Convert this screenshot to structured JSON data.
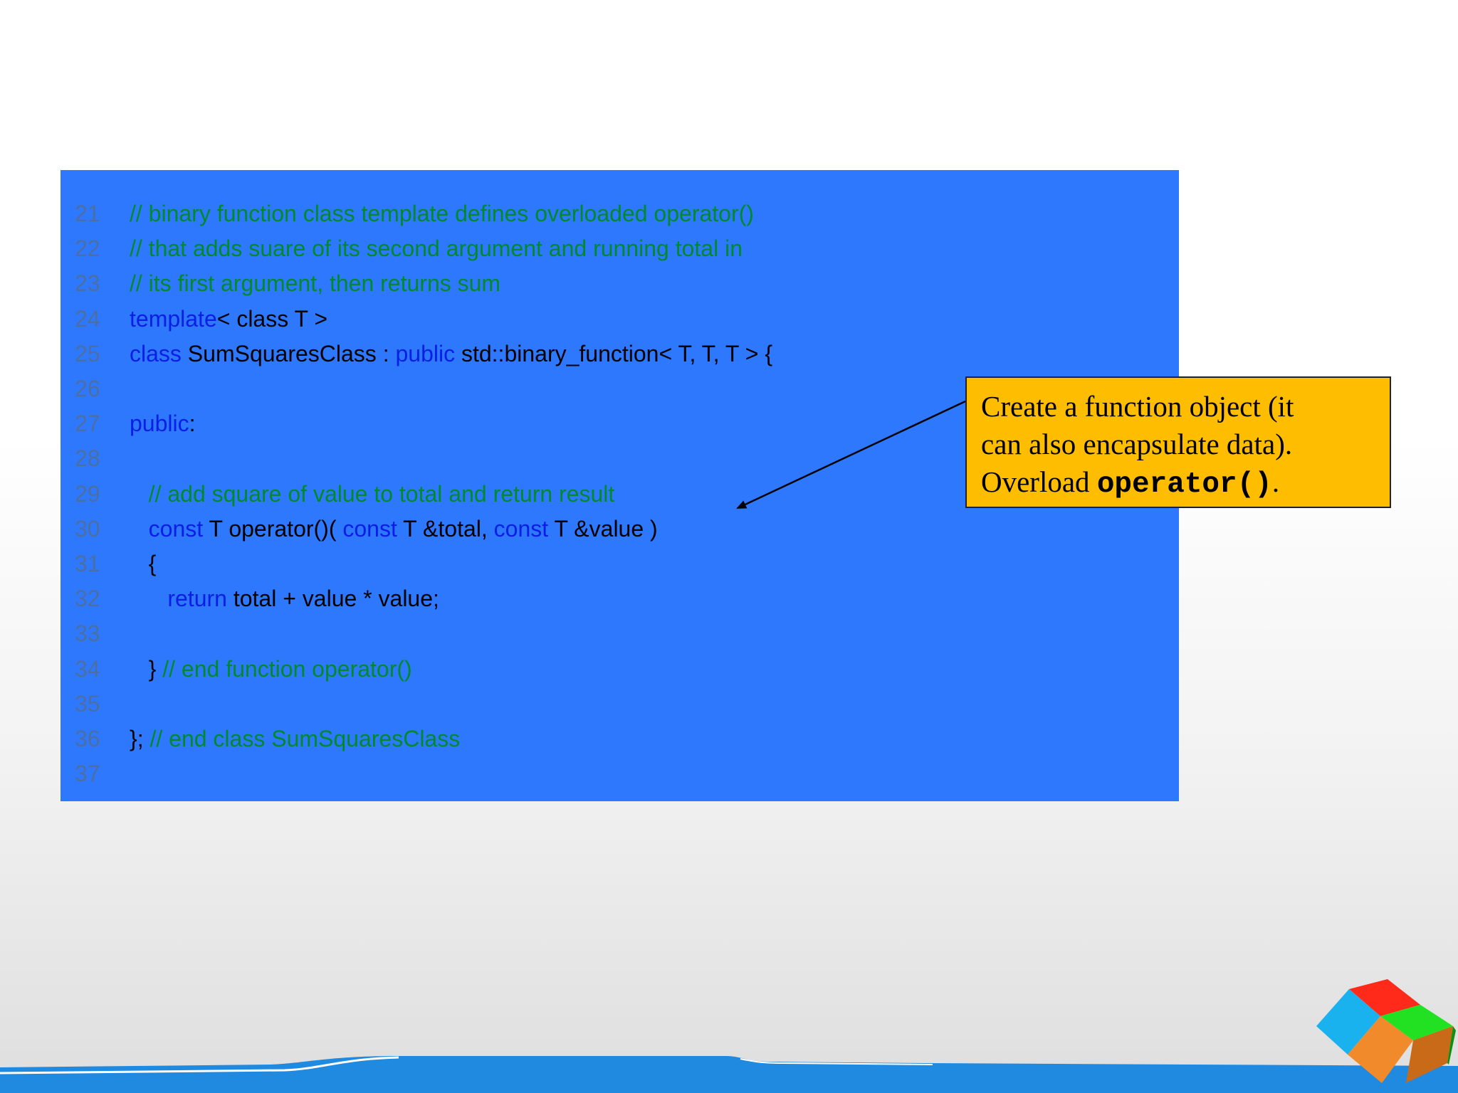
{
  "code": {
    "lines": [
      {
        "num": "21",
        "tokens": [
          {
            "t": "// binary function class template defines overloaded operator()",
            "k": "comment"
          }
        ]
      },
      {
        "num": "22",
        "tokens": [
          {
            "t": "// that adds suare of its second argument and running total in",
            "k": "comment"
          }
        ]
      },
      {
        "num": "23",
        "tokens": [
          {
            "t": "// its first argument, then returns sum",
            "k": "comment"
          }
        ]
      },
      {
        "num": "24",
        "tokens": [
          {
            "t": "template",
            "k": "keyword"
          },
          {
            "t": "< class T >",
            "k": "plain"
          }
        ]
      },
      {
        "num": "25",
        "tokens": [
          {
            "t": "class",
            "k": "keyword"
          },
          {
            "t": " SumSquaresClass : ",
            "k": "plain"
          },
          {
            "t": "public",
            "k": "keyword"
          },
          {
            "t": " std::binary_function< T, T, T > {",
            "k": "plain"
          }
        ]
      },
      {
        "num": "26",
        "tokens": []
      },
      {
        "num": "27",
        "tokens": [
          {
            "t": "public",
            "k": "keyword"
          },
          {
            "t": ":",
            "k": "plain"
          }
        ]
      },
      {
        "num": "28",
        "tokens": []
      },
      {
        "num": "29",
        "tokens": [
          {
            "t": "   // add square of value to total and return result",
            "k": "comment"
          }
        ]
      },
      {
        "num": "30",
        "tokens": [
          {
            "t": "   ",
            "k": "plain"
          },
          {
            "t": "const",
            "k": "keyword"
          },
          {
            "t": " T operator()( ",
            "k": "plain"
          },
          {
            "t": "const",
            "k": "keyword"
          },
          {
            "t": " T &total, ",
            "k": "plain"
          },
          {
            "t": "const",
            "k": "keyword"
          },
          {
            "t": " T &value )",
            "k": "plain"
          }
        ]
      },
      {
        "num": "31",
        "tokens": [
          {
            "t": "   {",
            "k": "plain"
          }
        ]
      },
      {
        "num": "32",
        "tokens": [
          {
            "t": "      ",
            "k": "plain"
          },
          {
            "t": "return",
            "k": "keyword"
          },
          {
            "t": " total + value * value;",
            "k": "plain"
          }
        ]
      },
      {
        "num": "33",
        "tokens": []
      },
      {
        "num": "34",
        "tokens": [
          {
            "t": "   } ",
            "k": "plain"
          },
          {
            "t": "// end function operator()",
            "k": "comment"
          }
        ]
      },
      {
        "num": "35",
        "tokens": []
      },
      {
        "num": "36",
        "tokens": [
          {
            "t": "}; ",
            "k": "plain"
          },
          {
            "t": "// end class SumSquaresClass",
            "k": "comment"
          }
        ]
      },
      {
        "num": "37",
        "tokens": []
      }
    ]
  },
  "callout": {
    "line1": "Create a function object (it",
    "line2": "can also encapsulate data).",
    "line3_prefix": "Overload ",
    "line3_code": "operator()",
    "line3_suffix": "."
  },
  "colors": {
    "panel": "#2e78fe",
    "comment": "#008a2c",
    "keyword": "#0a1ee6",
    "callout": "#ffbd00",
    "band": "#1f8ae0"
  }
}
